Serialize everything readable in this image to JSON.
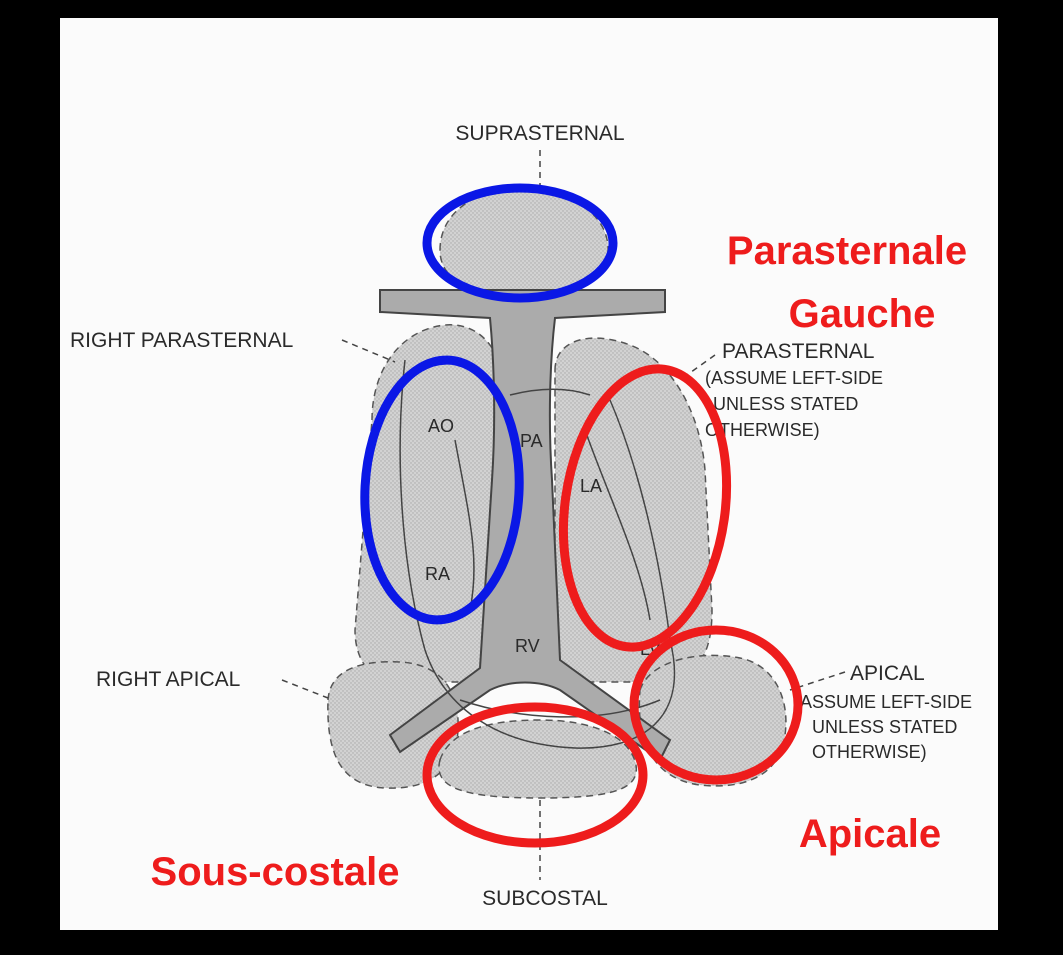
{
  "labels": {
    "suprasternal": "SUPRASTERNAL",
    "right_parasternal": "RIGHT PARASTERNAL",
    "parasternal": "PARASTERNAL",
    "parasternal_note_1": "(ASSUME LEFT-SIDE",
    "parasternal_note_2": "UNLESS STATED",
    "parasternal_note_3": "OTHERWISE)",
    "right_apical": "RIGHT APICAL",
    "apical": "APICAL",
    "apical_note_1": "ASSUME LEFT-SIDE",
    "apical_note_2": "UNLESS STATED",
    "apical_note_3": "OTHERWISE)",
    "subcostal": "SUBCOSTAL"
  },
  "chambers": {
    "ao": "AO",
    "pa": "PA",
    "la": "LA",
    "ra": "RA",
    "rv": "RV",
    "lv": "LV"
  },
  "annotations": {
    "parasternale_line1": "Parasternale",
    "parasternale_line2": "Gauche",
    "apicale": "Apicale",
    "sous_costale": "Sous-costale"
  },
  "colors": {
    "background": "#000000",
    "paper": "#fbfbfb",
    "window_fill": "#cfcfcf",
    "vessel_fill": "#a9a9a9",
    "blue_circle": "#0a17e6",
    "red_circle": "#ee1c1c",
    "annotation_text": "#ee1c1c"
  }
}
